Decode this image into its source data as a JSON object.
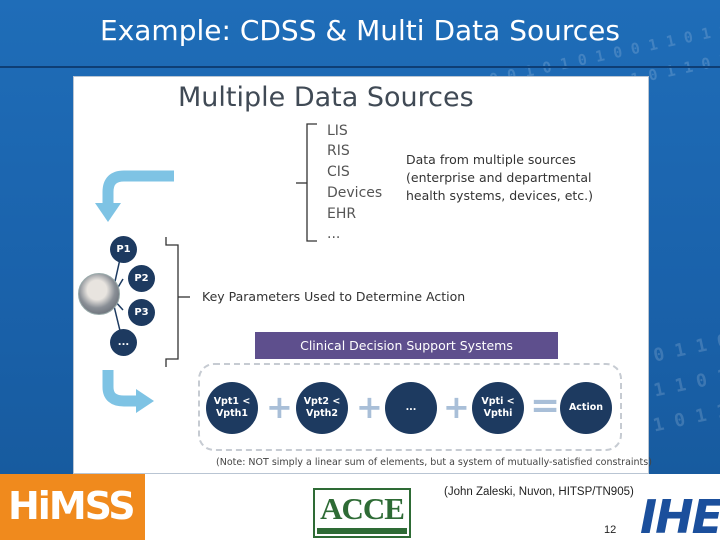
{
  "slide": {
    "title": "Example:  CDSS & Multi Data Sources",
    "page_number": "12",
    "citation": "(John Zaleski, Nuvon, HITSP/TN905)"
  },
  "figure": {
    "title": "Multiple Data Sources",
    "sources": [
      "LIS",
      "RIS",
      "CIS",
      "Devices",
      "EHR",
      "..."
    ],
    "sources_description": "Data from multiple sources (enterprise and departmental health systems, devices, etc.)",
    "parameters": [
      "P1",
      "P2",
      "P3",
      "..."
    ],
    "parameters_label": "Key Parameters Used to Determine Action",
    "cdss_label": "Clinical Decision Support Systems",
    "formula_terms": [
      "Vpt1 < Vpth1",
      "Vpt2 < Vpth2",
      "...",
      "Vpti < Vpthi",
      "Action"
    ],
    "operators": [
      "+",
      "+",
      "+",
      "="
    ],
    "note": "(Note: NOT simply a linear sum of elements, but a system of mutually-satisfied constraints)"
  },
  "footer": {
    "himss_logo": "HiMSS",
    "acce_logo": "ACCE",
    "ihe_logo": "IHE"
  },
  "colors": {
    "slide_blue": "#1f6db8",
    "cdss_purple": "#5e4f8d",
    "circle_navy": "#1d3a60",
    "arrow_light_blue": "#7ec3e4",
    "himss_orange": "#f08a1d",
    "acce_green": "#2e6b35",
    "ihe_blue": "#1b4f9c"
  }
}
